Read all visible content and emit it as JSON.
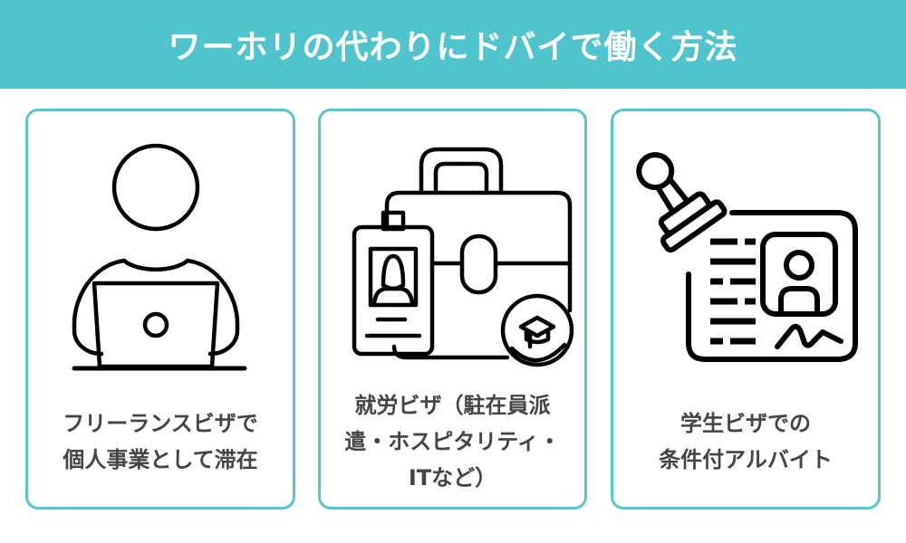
{
  "header": {
    "title": "ワーホリの代わりにドバイで働く方法",
    "background_color": "#4fc4cc"
  },
  "cards": [
    {
      "icon": "freelancer-laptop-icon",
      "text": "フリーランスビザで\n個人事業として滞在"
    },
    {
      "icon": "briefcase-id-badge-icon",
      "text": "就労ビザ（駐在員派\n遣・ホスピタリティ・\nITなど）"
    },
    {
      "icon": "stamp-id-card-icon",
      "text": "学生ビザでの\n条件付アルバイト"
    }
  ],
  "colors": {
    "accent": "#4fc4cc",
    "card_border": "#5ac3cb",
    "text": "#444444"
  }
}
